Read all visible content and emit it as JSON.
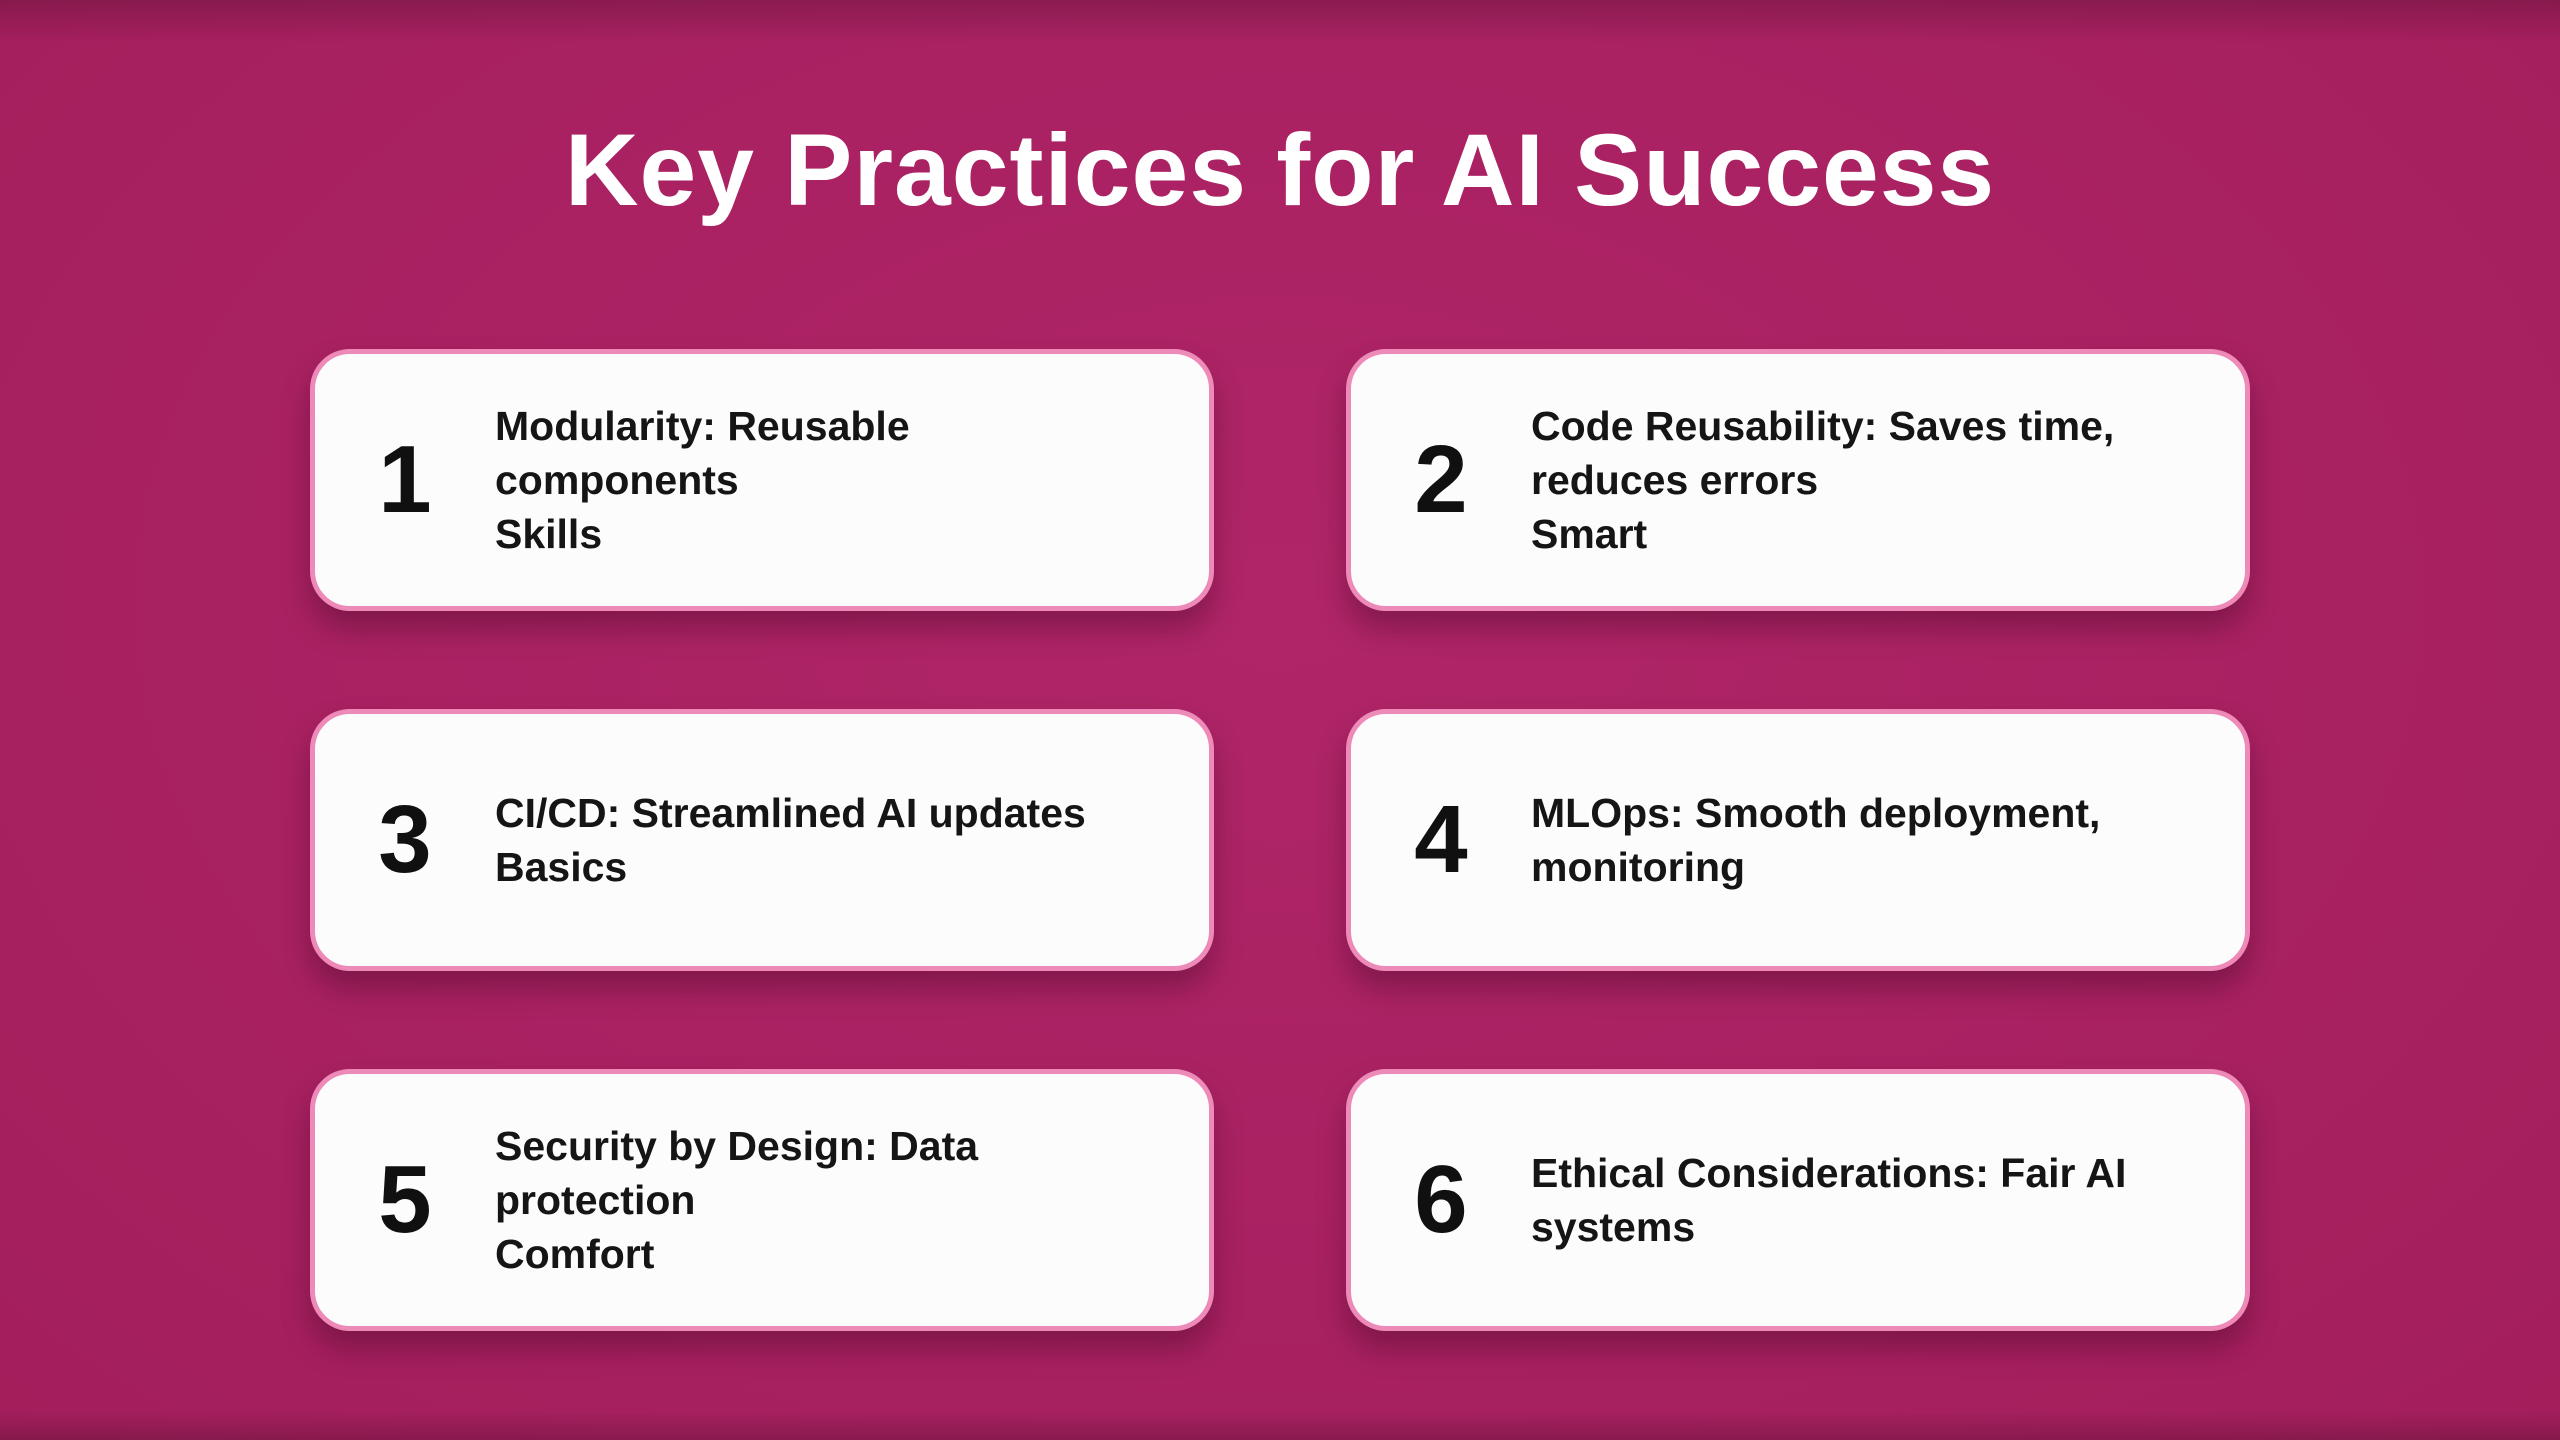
{
  "title": "Key Practices for AI Success",
  "theme": {
    "background": "#A31E5C",
    "card_background": "#FDFCFD",
    "card_border": "#EE8AB8",
    "title_color": "#FFFFFF",
    "text_color": "#151515"
  },
  "cards": [
    {
      "number": "1",
      "text": "Modularity: Reusable components",
      "subtext": "Skills"
    },
    {
      "number": "2",
      "text": "Code Reusability: Saves time, reduces errors",
      "subtext": "Smart"
    },
    {
      "number": "3",
      "text": "CI/CD: Streamlined AI updates",
      "subtext": "Basics"
    },
    {
      "number": "4",
      "text": "MLOps: Smooth deployment, monitoring",
      "subtext": ""
    },
    {
      "number": "5",
      "text": "Security by Design: Data protection",
      "subtext": "Comfort"
    },
    {
      "number": "6",
      "text": "Ethical Considerations: Fair AI systems",
      "subtext": ""
    }
  ]
}
